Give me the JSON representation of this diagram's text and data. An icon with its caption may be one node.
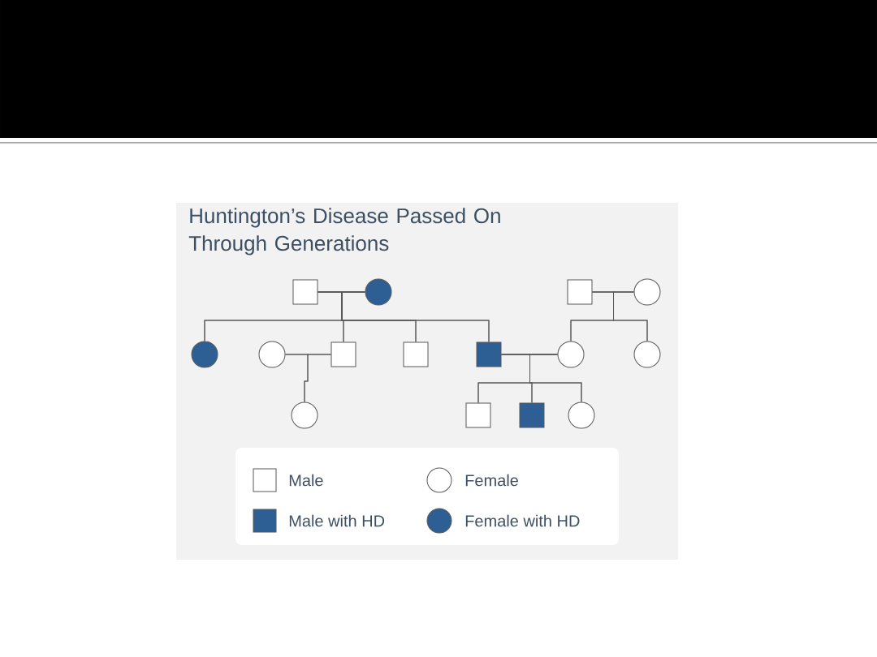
{
  "diagram": {
    "title": "Huntington’s Disease Passed On Through Generations",
    "nodes": [
      {
        "text": [],
        "shape": "square"
      },
      {
        "text": [],
        "shape": "dot"
      },
      {
        "text": [],
        "shape": "square"
      },
      {
        "text": [],
        "shape": "circle"
      },
      {
        "text": [],
        "shape": "dot"
      },
      {
        "text": [],
        "shape": "circle"
      },
      {
        "text": [],
        "shape": "square"
      },
      {
        "text": [],
        "shape": "square"
      },
      {
        "text": [],
        "shape": "block"
      },
      {
        "text": [],
        "shape": "circle"
      },
      {
        "text": [],
        "shape": "circle"
      },
      {
        "text": [],
        "shape": "circle"
      },
      {
        "text": [],
        "shape": "square"
      },
      {
        "text": [],
        "shape": "block"
      },
      {
        "text": [],
        "shape": "circle"
      }
    ],
    "edges": [
      {
        "from": 0,
        "to": 1,
        "arrow": "none"
      },
      {
        "from": 2,
        "to": 3,
        "arrow": "none"
      },
      {
        "from": 5,
        "to": 6,
        "arrow": "none"
      },
      {
        "from": 8,
        "to": 9,
        "arrow": "none"
      },
      {
        "from": 0,
        "to": 4,
        "arrow": "none"
      },
      {
        "from": 1,
        "to": 4,
        "arrow": "none"
      },
      {
        "from": 0,
        "to": 6,
        "arrow": "none"
      },
      {
        "from": 1,
        "to": 6,
        "arrow": "none"
      },
      {
        "from": 0,
        "to": 7,
        "arrow": "none"
      },
      {
        "from": 1,
        "to": 7,
        "arrow": "none"
      },
      {
        "from": 0,
        "to": 8,
        "arrow": "none"
      },
      {
        "from": 1,
        "to": 8,
        "arrow": "none"
      },
      {
        "from": 2,
        "to": 9,
        "arrow": "none"
      },
      {
        "from": 3,
        "to": 9,
        "arrow": "none"
      },
      {
        "from": 2,
        "to": 10,
        "arrow": "none"
      },
      {
        "from": 3,
        "to": 10,
        "arrow": "none"
      },
      {
        "from": 5,
        "to": 11,
        "arrow": "none"
      },
      {
        "from": 6,
        "to": 11,
        "arrow": "none"
      },
      {
        "from": 8,
        "to": 12,
        "arrow": "none"
      },
      {
        "from": 9,
        "to": 12,
        "arrow": "none"
      },
      {
        "from": 8,
        "to": 13,
        "arrow": "none"
      },
      {
        "from": 9,
        "to": 13,
        "arrow": "none"
      },
      {
        "from": 8,
        "to": 14,
        "arrow": "none"
      },
      {
        "from": 9,
        "to": 14,
        "arrow": "none"
      }
    ],
    "legend": [
      {
        "text": "Male"
      },
      {
        "text": "Female"
      },
      {
        "text": "Male with HD",
        "color": "#2d5f95"
      },
      {
        "text": "Female with HD",
        "color": "#2d5f95"
      }
    ]
  }
}
